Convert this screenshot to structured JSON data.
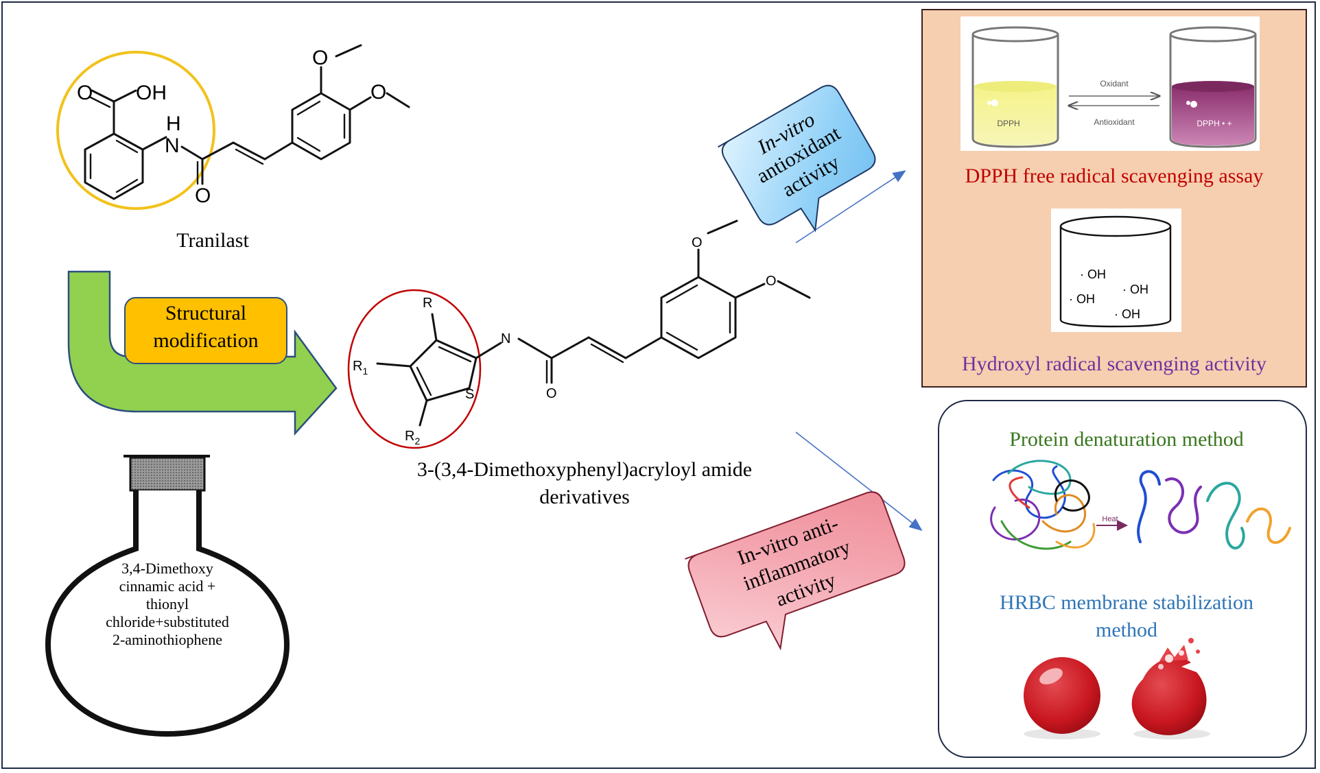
{
  "tranilast": {
    "label": "Tranilast",
    "atoms": {
      "o_carbonyl": "O",
      "oh": "OH",
      "h": "H",
      "n": "N",
      "o_amide": "O",
      "ome1_o": "O",
      "ome2_o": "O"
    }
  },
  "structural_modification_label_1": "Structural",
  "structural_modification_label_2": "modification",
  "derivative": {
    "atoms": {
      "r": "R",
      "r1": "R",
      "r1_sub": "1",
      "r2": "R",
      "r2_sub": "2",
      "s": "S",
      "n": "N",
      "o_amide": "O",
      "ome1_o": "O",
      "ome2_o": "O"
    },
    "caption_line1": "3-(3,4-Dimethoxyphenyl)acryloyl amide",
    "caption_line2": "derivatives"
  },
  "flask_text": [
    "3,4-Dimethoxy",
    "cinnamic acid +",
    "thionyl",
    "chloride+substituted",
    "2-aminothiophene"
  ],
  "antioxidant_callout": {
    "line1": "In-vitro",
    "line2": "antioxidant",
    "line3": "activity"
  },
  "antiinflammatory_callout": {
    "line1": "In-vitro anti-",
    "line2": "inflammatory",
    "line3": "activity"
  },
  "antioxidant_panel": {
    "beaker_left_label": "DPPH",
    "beaker_right_label": "DPPH • +",
    "arrow_top_label": "Oxidant",
    "arrow_bottom_label": "Antioxidant",
    "dpph_title": "DPPH free radical scavenging assay",
    "hydroxyl_labels": [
      "· OH",
      "· OH",
      "· OH",
      "· OH"
    ],
    "hydroxyl_title": "Hydroxyl radical scavenging activity",
    "bg_color": "#f6cfb0",
    "dpph_color": "#c00000",
    "hydroxyl_color": "#7030a0"
  },
  "antiinflammatory_panel": {
    "protein_title": "Protein denaturation method",
    "heat_label": "Heat",
    "hrbc_title_line1": "HRBC membrane stabilization",
    "hrbc_title_line2": "method",
    "protein_color": "#38761d",
    "hrbc_color": "#2e75b6"
  },
  "colors": {
    "arrow_green": "#92d050",
    "modification_box": "#ffc000",
    "tranilast_circle": "#f2c21b",
    "derivative_circle": "#c00000",
    "callout_blue": "#8fd0f7",
    "callout_pink": "#f4a6b0"
  }
}
